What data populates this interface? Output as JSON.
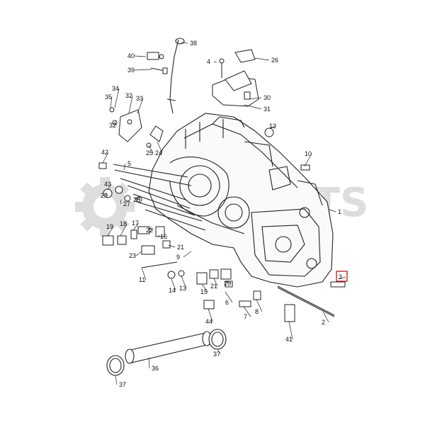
{
  "watermark": {
    "text": "PARTS"
  },
  "highlight_color": "#cc0000",
  "labels": [
    {
      "id": "38",
      "text": "38"
    },
    {
      "id": "40",
      "text": "40"
    },
    {
      "id": "39",
      "text": "39"
    },
    {
      "id": "4",
      "text": "4"
    },
    {
      "id": "26",
      "text": "26"
    },
    {
      "id": "30",
      "text": "30"
    },
    {
      "id": "31",
      "text": "31"
    },
    {
      "id": "34",
      "text": "34"
    },
    {
      "id": "35",
      "text": "35"
    },
    {
      "id": "32a",
      "text": "32"
    },
    {
      "id": "33",
      "text": "33"
    },
    {
      "id": "32b",
      "text": "32"
    },
    {
      "id": "12",
      "text": "12"
    },
    {
      "id": "25",
      "text": "25"
    },
    {
      "id": "24",
      "text": "24"
    },
    {
      "id": "42",
      "text": "42"
    },
    {
      "id": "5",
      "text": "5"
    },
    {
      "id": "43",
      "text": "43"
    },
    {
      "id": "10",
      "text": "10"
    },
    {
      "id": "29",
      "text": "29"
    },
    {
      "id": "27",
      "text": "27"
    },
    {
      "id": "28",
      "text": "28"
    },
    {
      "id": "1",
      "text": "1"
    },
    {
      "id": "19",
      "text": "19"
    },
    {
      "id": "18",
      "text": "18"
    },
    {
      "id": "17",
      "text": "17"
    },
    {
      "id": "16",
      "text": "16"
    },
    {
      "id": "22",
      "text": "22"
    },
    {
      "id": "21a",
      "text": "21"
    },
    {
      "id": "23",
      "text": "23"
    },
    {
      "id": "9",
      "text": "9"
    },
    {
      "id": "11",
      "text": "11"
    },
    {
      "id": "3",
      "text": "3"
    },
    {
      "id": "14",
      "text": "14"
    },
    {
      "id": "13",
      "text": "13"
    },
    {
      "id": "15",
      "text": "15"
    },
    {
      "id": "21b",
      "text": "21"
    },
    {
      "id": "20",
      "text": "20"
    },
    {
      "id": "6",
      "text": "6"
    },
    {
      "id": "7",
      "text": "7"
    },
    {
      "id": "8",
      "text": "8"
    },
    {
      "id": "2",
      "text": "2"
    },
    {
      "id": "44",
      "text": "44"
    },
    {
      "id": "41",
      "text": "41"
    },
    {
      "id": "37a",
      "text": "37"
    },
    {
      "id": "36",
      "text": "36"
    },
    {
      "id": "37b",
      "text": "37"
    }
  ]
}
